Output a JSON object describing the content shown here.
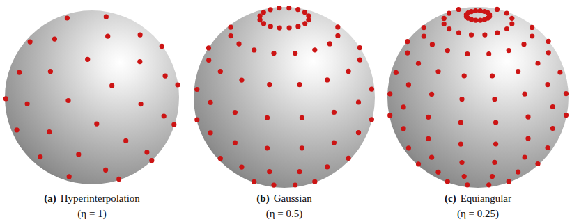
{
  "diagram": {
    "labels": [
      "(a)",
      "Hyperinterpolation",
      "(η = 1)",
      "(b)",
      "Gaussian",
      "(η = 0.5)",
      "(c)",
      "Equiangular",
      "(η = 0.25)"
    ]
  }
}
